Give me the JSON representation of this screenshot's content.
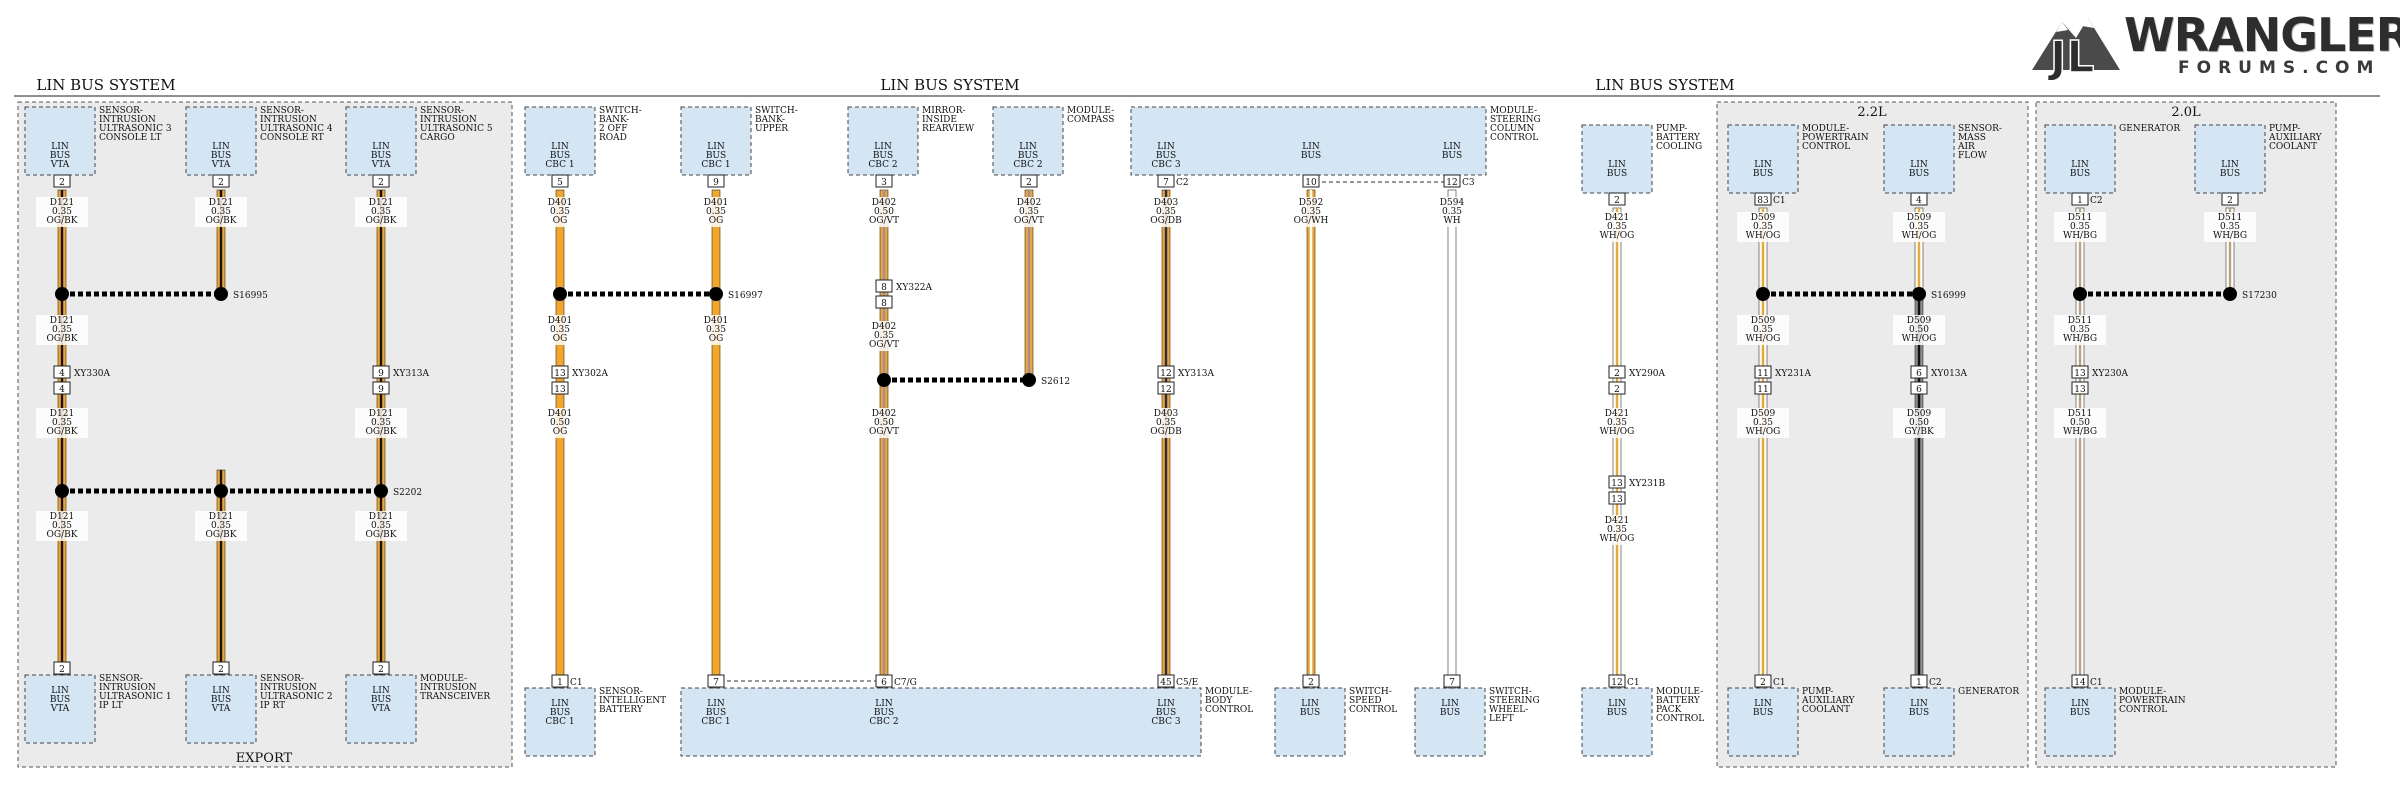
{
  "system_titles": [
    "LIN BUS SYSTEM",
    "LIN BUS SYSTEM",
    "LIN BUS SYSTEM"
  ],
  "group_labels": {
    "export": "EXPORT",
    "engine_22": "2.2L",
    "engine_20": "2.0L"
  },
  "logo": {
    "main": "WRANGLER",
    "sub": "FORUMS.COM",
    "badge": "JL"
  },
  "colors": {
    "OG": "#f5a623",
    "BK": "#111111",
    "VT": "#9b8fb0",
    "DB": "#1d2c6e",
    "WH": "#ffffff",
    "GY": "#8c8c8c",
    "BG": "#b9a27a",
    "box_fill": "#d4e6f3",
    "group_fill": "#ebebeb"
  },
  "boxes": [
    {
      "id": "b1",
      "lines": [
        "LIN",
        "BUS",
        "VTA"
      ],
      "label": [
        "SENSOR-",
        "INTRUSION",
        "ULTRASONIC 3",
        "CONSOLE LT"
      ]
    },
    {
      "id": "b2",
      "lines": [
        "LIN",
        "BUS",
        "VTA"
      ],
      "label": [
        "SENSOR-",
        "INTRUSION",
        "ULTRASONIC 4",
        "CONSOLE RT"
      ]
    },
    {
      "id": "b3",
      "lines": [
        "LIN",
        "BUS",
        "VTA"
      ],
      "label": [
        "SENSOR-",
        "INTRUSION",
        "ULTRASONIC 5",
        "CARGO"
      ]
    },
    {
      "id": "b4",
      "lines": [
        "LIN",
        "BUS",
        "VTA"
      ],
      "label": [
        "SENSOR-",
        "INTRUSION",
        "ULTRASONIC 1",
        "IP LT"
      ]
    },
    {
      "id": "b5",
      "lines": [
        "LIN",
        "BUS",
        "VTA"
      ],
      "label": [
        "SENSOR-",
        "INTRUSION",
        "ULTRASONIC 2",
        "IP RT"
      ]
    },
    {
      "id": "b6",
      "lines": [
        "LIN",
        "BUS",
        "VTA"
      ],
      "label": [
        "MODULE-",
        "INTRUSION",
        "TRANSCEIVER"
      ]
    },
    {
      "id": "b7",
      "lines": [
        "LIN",
        "BUS",
        "CBC 1"
      ],
      "label": [
        "SWITCH-",
        "BANK-",
        "2 OFF",
        "ROAD"
      ]
    },
    {
      "id": "b8",
      "lines": [
        "LIN",
        "BUS",
        "CBC 1"
      ],
      "label": [
        "SWITCH-",
        "BANK-",
        "UPPER"
      ]
    },
    {
      "id": "b9",
      "lines": [
        "LIN",
        "BUS",
        "CBC 2"
      ],
      "label": [
        "MIRROR-",
        "INSIDE",
        "REARVIEW"
      ]
    },
    {
      "id": "b10",
      "lines": [
        "LIN",
        "BUS",
        "CBC 2"
      ],
      "label": [
        "MODULE-",
        "COMPASS"
      ]
    },
    {
      "id": "b11",
      "lines": [],
      "label": [
        "MODULE-",
        "STEERING",
        "COLUMN",
        "CONTROL"
      ],
      "cells": [
        [
          "LIN",
          "BUS",
          "CBC 3"
        ],
        [
          "LIN",
          "BUS"
        ],
        [
          "LIN",
          "BUS"
        ]
      ]
    },
    {
      "id": "b12",
      "lines": [
        "LIN",
        "BUS",
        "CBC 1"
      ],
      "label": [
        "SENSOR-",
        "INTELLIGENT",
        "BATTERY"
      ]
    },
    {
      "id": "b13",
      "lines": [],
      "label": [
        "MODULE-",
        "BODY",
        "CONTROL"
      ],
      "cells": [
        [
          "LIN",
          "BUS",
          "CBC 1"
        ],
        [
          "LIN",
          "BUS",
          "CBC 2"
        ],
        [
          "LIN",
          "BUS",
          "CBC 3"
        ]
      ]
    },
    {
      "id": "b14",
      "lines": [
        "LIN",
        "BUS"
      ],
      "label": [
        "SWITCH-",
        "SPEED",
        "CONTROL"
      ]
    },
    {
      "id": "b15",
      "lines": [
        "LIN",
        "BUS"
      ],
      "label": [
        "SWITCH-",
        "STEERING",
        "WHEEL-",
        "LEFT"
      ]
    },
    {
      "id": "b16",
      "lines": [
        "LIN",
        "BUS"
      ],
      "label": [
        "PUMP-",
        "BATTERY",
        "COOLING"
      ]
    },
    {
      "id": "b17",
      "lines": [
        "LIN",
        "BUS"
      ],
      "label": [
        "MODULE-",
        "BATTERY",
        "PACK",
        "CONTROL"
      ]
    },
    {
      "id": "b18",
      "lines": [
        "LIN",
        "BUS"
      ],
      "label": [
        "MODULE-",
        "POWERTRAIN",
        "CONTROL"
      ]
    },
    {
      "id": "b19",
      "lines": [
        "LIN",
        "BUS"
      ],
      "label": [
        "SENSOR-",
        "MASS",
        "AIR",
        "FLOW"
      ]
    },
    {
      "id": "b20",
      "lines": [
        "LIN",
        "BUS"
      ],
      "label": [
        "PUMP-",
        "AUXILIARY",
        "COOLANT"
      ]
    },
    {
      "id": "b21",
      "lines": [
        "LIN",
        "BUS"
      ],
      "label": [
        "GENERATOR"
      ]
    },
    {
      "id": "b22",
      "lines": [
        "LIN",
        "BUS"
      ],
      "label": [
        "GENERATOR"
      ]
    },
    {
      "id": "b23",
      "lines": [
        "LIN",
        "BUS"
      ],
      "label": [
        "PUMP-",
        "AUXILIARY",
        "COOLANT"
      ]
    },
    {
      "id": "b24",
      "lines": [
        "LIN",
        "BUS"
      ],
      "label": [
        "MODULE-",
        "POWERTRAIN",
        "CONTROL"
      ]
    }
  ],
  "wires": [
    {
      "id": "w1",
      "colors": [
        "OG",
        "BK"
      ]
    },
    {
      "id": "w2",
      "colors": [
        "OG",
        "BK"
      ]
    },
    {
      "id": "w3",
      "colors": [
        "OG",
        "BK"
      ]
    },
    {
      "id": "w4",
      "colors": [
        "OG"
      ]
    },
    {
      "id": "w5",
      "colors": [
        "OG"
      ]
    },
    {
      "id": "w6",
      "colors": [
        "OG",
        "VT"
      ]
    },
    {
      "id": "w7",
      "colors": [
        "OG",
        "VT"
      ]
    },
    {
      "id": "w8",
      "colors": [
        "OG",
        "DB"
      ]
    },
    {
      "id": "w9",
      "colors": [
        "OG",
        "WH"
      ]
    },
    {
      "id": "w10",
      "colors": [
        "WH"
      ]
    },
    {
      "id": "w11",
      "colors": [
        "WH",
        "OG"
      ]
    },
    {
      "id": "w12",
      "colors": [
        "WH",
        "OG"
      ]
    },
    {
      "id": "w13",
      "colors": [
        "WH",
        "OG"
      ]
    },
    {
      "id": "w14",
      "colors": [
        "GY",
        "BK"
      ]
    },
    {
      "id": "w15",
      "colors": [
        "WH",
        "BG"
      ]
    },
    {
      "id": "w16",
      "colors": [
        "WH",
        "BG"
      ]
    }
  ],
  "wire_labels": [
    [
      "D121",
      "0.35",
      "OG/BK"
    ],
    [
      "D121",
      "0.35",
      "OG/BK"
    ],
    [
      "D121",
      "0.35",
      "OG/BK"
    ],
    [
      "D121",
      "0.35",
      "OG/BK"
    ],
    [
      "D121",
      "0.35",
      "OG/BK"
    ],
    [
      "D121",
      "0.35",
      "OG/BK"
    ],
    [
      "D121",
      "0.35",
      "OG/BK"
    ],
    [
      "D121",
      "0.35",
      "OG/BK"
    ],
    [
      "D121",
      "0.35",
      "OG/BK"
    ],
    [
      "D401",
      "0.35",
      "OG"
    ],
    [
      "D401",
      "0.35",
      "OG"
    ],
    [
      "D401",
      "0.35",
      "OG"
    ],
    [
      "D401",
      "0.35",
      "OG"
    ],
    [
      "D401",
      "0.50",
      "OG"
    ],
    [
      "D402",
      "0.50",
      "OG/VT"
    ],
    [
      "D402",
      "0.35",
      "OG/VT"
    ],
    [
      "D402",
      "0.35",
      "OG/VT"
    ],
    [
      "D402",
      "0.50",
      "OG/VT"
    ],
    [
      "D403",
      "0.35",
      "OG/DB"
    ],
    [
      "D403",
      "0.35",
      "OG/DB"
    ],
    [
      "D592",
      "0.35",
      "OG/WH"
    ],
    [
      "D594",
      "0.35",
      "WH"
    ],
    [
      "D421",
      "0.35",
      "WH/OG"
    ],
    [
      "D421",
      "0.35",
      "WH/OG"
    ],
    [
      "D421",
      "0.35",
      "WH/OG"
    ],
    [
      "D509",
      "0.35",
      "WH/OG"
    ],
    [
      "D509",
      "0.35",
      "WH/OG"
    ],
    [
      "D509",
      "0.35",
      "WH/OG"
    ],
    [
      "D509",
      "0.35",
      "WH/OG"
    ],
    [
      "D509",
      "0.50",
      "WH/OG"
    ],
    [
      "D509",
      "0.50",
      "GY/BK"
    ],
    [
      "D511",
      "0.35",
      "WH/BG"
    ],
    [
      "D511",
      "0.35",
      "WH/BG"
    ],
    [
      "D511",
      "0.35",
      "WH/BG"
    ],
    [
      "D511",
      "0.50",
      "WH/BG"
    ]
  ],
  "pins": [
    "2",
    "2",
    "2",
    "2",
    "2",
    "2",
    "5",
    "9",
    "3",
    "2",
    "7",
    "10",
    "12",
    "1",
    "7",
    "6",
    "45",
    "2",
    "7",
    "2",
    "12",
    "83",
    "4",
    "2",
    "1",
    "1",
    "2",
    "14"
  ],
  "connector_labels": [
    "C2",
    "C3",
    "C1",
    "C7/G",
    "C5/E",
    "C1",
    "C1",
    "C2",
    "C1",
    "C2",
    "C1"
  ],
  "inline_pins": [
    "4",
    "4",
    "9",
    "9",
    "13",
    "13",
    "8",
    "8",
    "12",
    "12",
    "2",
    "2",
    "13",
    "13",
    "11",
    "11",
    "6",
    "6",
    "13",
    "13"
  ],
  "inline_labels": [
    "XY330A",
    "XY313A",
    "XY302A",
    "XY322A",
    "XY313A",
    "XY290A",
    "XY231B",
    "XY231A",
    "XY013A",
    "XY230A"
  ],
  "splices": [
    "S16995",
    "S2202",
    "S16997",
    "S2612",
    "S16999",
    "S17230"
  ]
}
